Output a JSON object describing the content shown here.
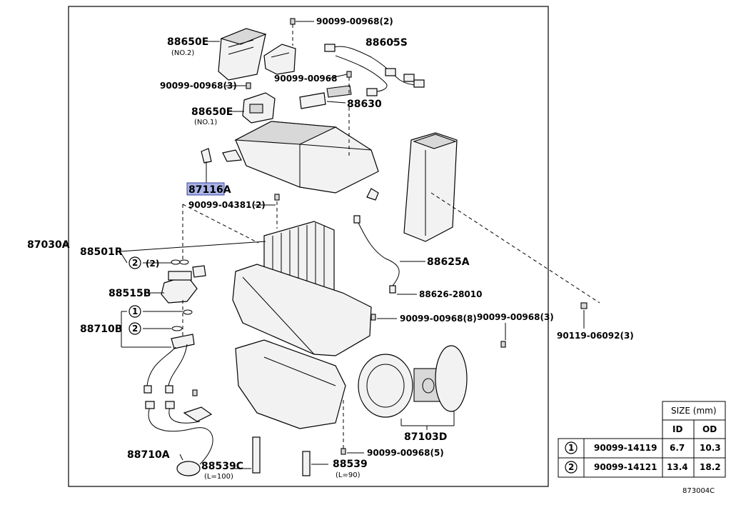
{
  "diagram_code": "873004C",
  "labels": {
    "p_88650E_no2": "88650E",
    "p_88650E_no2_sub": "(NO.2)",
    "p_88650E_no1": "88650E",
    "p_88650E_no1_sub": "(NO.1)",
    "p_90099_00968_2": "90099-00968(2)",
    "p_90099_00968": "90099-00968",
    "p_90099_00968_3a": "90099-00968(3)",
    "p_88605S": "88605S",
    "p_88630": "88630",
    "p_87116A": "87116A",
    "p_90099_04381": "90099-04381(2)",
    "p_87030A": "87030A",
    "p_88501R": "88501R",
    "p_ring2_qty": "(2)",
    "p_88625A": "88625A",
    "p_88626": "88626-28010",
    "p_90099_00968_8": "90099-00968(8)",
    "p_90099_00968_3b": "90099-00968(3)",
    "p_90119": "90119-06092(3)",
    "p_88515B": "88515B",
    "p_88710B": "88710B",
    "p_87103D": "87103D",
    "p_88710A": "88710A",
    "p_88539C": "88539C",
    "p_88539C_sub": "(L=100)",
    "p_88539": "88539",
    "p_88539_sub": "(L=90)",
    "p_90099_00968_5": "90099-00968(5)",
    "circle_1": "1",
    "circle_2": "2"
  },
  "size_table": {
    "title": "SIZE (mm)",
    "col_id": "ID",
    "col_od": "OD",
    "rows": [
      {
        "ref": "1",
        "part": "90099-14119",
        "id": "6.7",
        "od": "10.3"
      },
      {
        "ref": "2",
        "part": "90099-14121",
        "id": "13.4",
        "od": "18.2"
      }
    ]
  },
  "colors": {
    "highlight": "#aab4e8"
  }
}
